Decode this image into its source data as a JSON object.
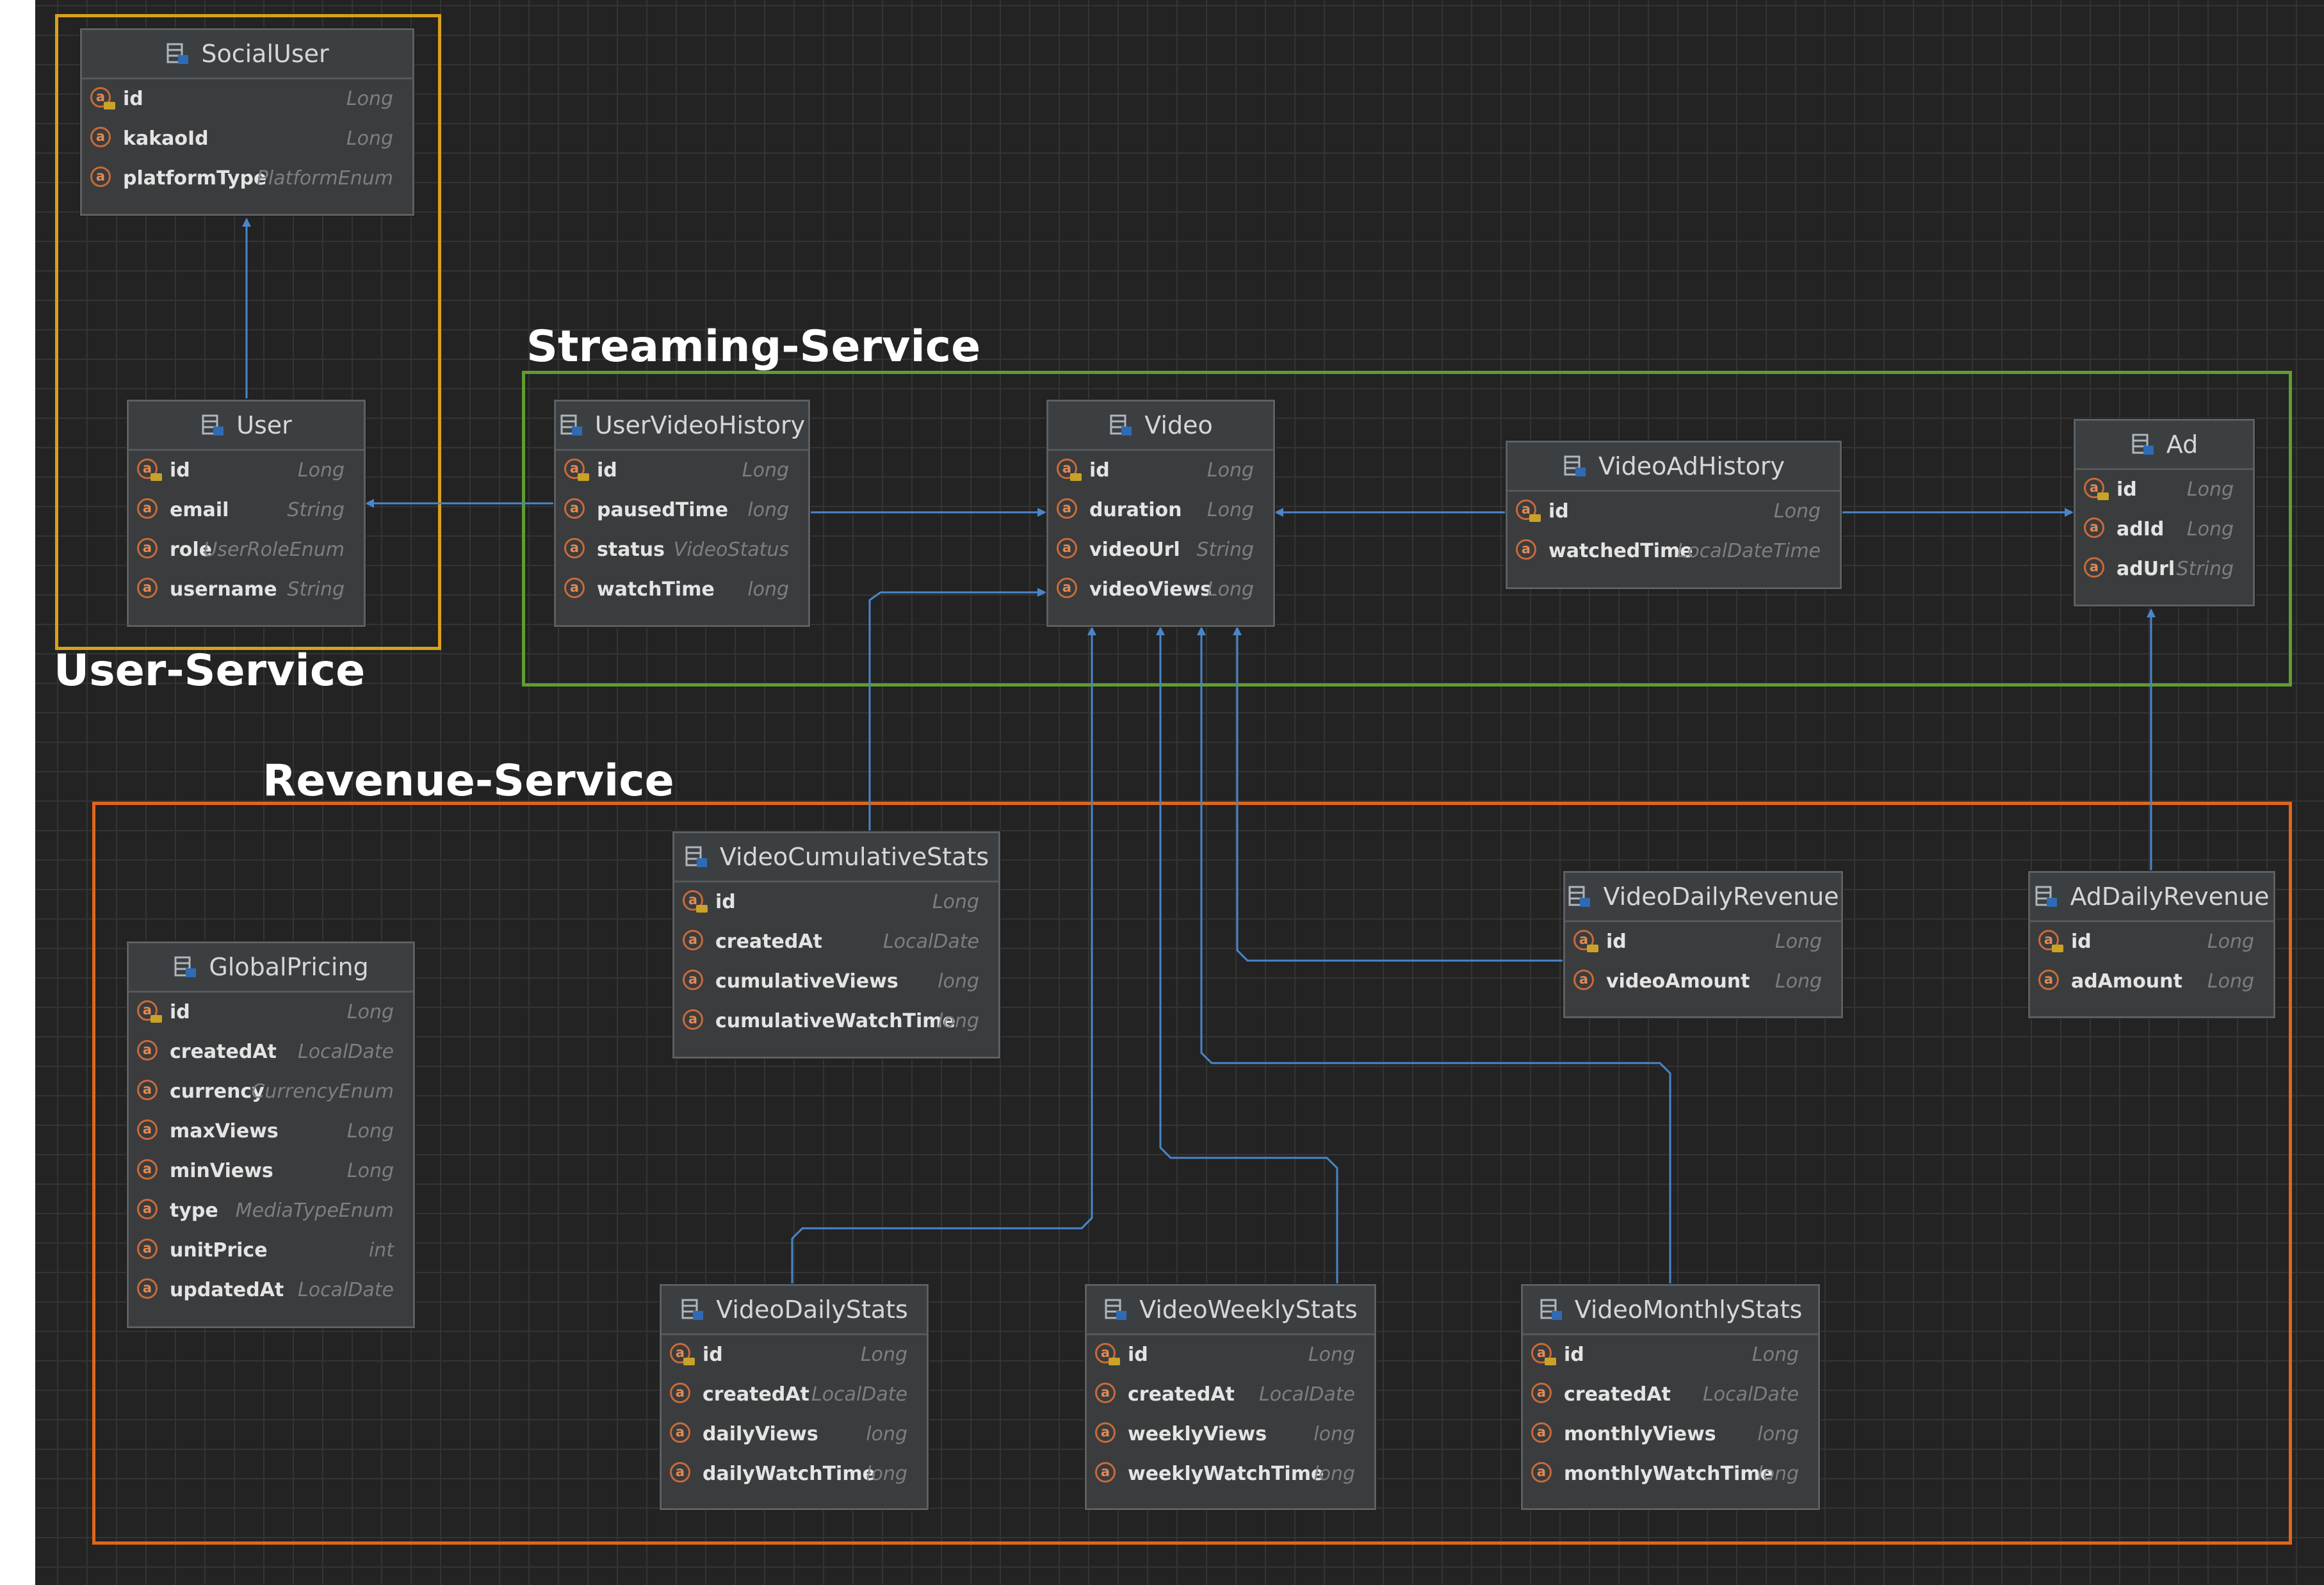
{
  "groups": [
    {
      "id": "user-service",
      "label": "User-Service",
      "color": "#d9a01b"
    },
    {
      "id": "streaming-service",
      "label": "Streaming-Service",
      "color": "#5f9e2f"
    },
    {
      "id": "revenue-service",
      "label": "Revenue-Service",
      "color": "#e0661b"
    }
  ],
  "entities": [
    {
      "id": "SocialUser",
      "title": "SocialUser",
      "attributes": [
        {
          "name": "id",
          "type": "Long",
          "key": true
        },
        {
          "name": "kakaoId",
          "type": "Long"
        },
        {
          "name": "platformType",
          "type": "PlatformEnum"
        }
      ]
    },
    {
      "id": "User",
      "title": "User",
      "attributes": [
        {
          "name": "id",
          "type": "Long",
          "key": true
        },
        {
          "name": "email",
          "type": "String"
        },
        {
          "name": "role",
          "type": "UserRoleEnum"
        },
        {
          "name": "username",
          "type": "String"
        }
      ]
    },
    {
      "id": "UserVideoHistory",
      "title": "UserVideoHistory",
      "attributes": [
        {
          "name": "id",
          "type": "Long",
          "key": true
        },
        {
          "name": "pausedTime",
          "type": "long"
        },
        {
          "name": "status",
          "type": "VideoStatus"
        },
        {
          "name": "watchTime",
          "type": "long"
        }
      ]
    },
    {
      "id": "Video",
      "title": "Video",
      "attributes": [
        {
          "name": "id",
          "type": "Long",
          "key": true
        },
        {
          "name": "duration",
          "type": "Long"
        },
        {
          "name": "videoUrl",
          "type": "String"
        },
        {
          "name": "videoViews",
          "type": "Long"
        }
      ]
    },
    {
      "id": "VideoAdHistory",
      "title": "VideoAdHistory",
      "attributes": [
        {
          "name": "id",
          "type": "Long",
          "key": true
        },
        {
          "name": "watchedTime",
          "type": "LocalDateTime"
        }
      ]
    },
    {
      "id": "Ad",
      "title": "Ad",
      "attributes": [
        {
          "name": "id",
          "type": "Long",
          "key": true
        },
        {
          "name": "adId",
          "type": "Long"
        },
        {
          "name": "adUrl",
          "type": "String"
        }
      ]
    },
    {
      "id": "VideoCumulativeStats",
      "title": "VideoCumulativeStats",
      "attributes": [
        {
          "name": "id",
          "type": "Long",
          "key": true
        },
        {
          "name": "createdAt",
          "type": "LocalDate"
        },
        {
          "name": "cumulativeViews",
          "type": "long"
        },
        {
          "name": "cumulativeWatchTime",
          "type": "long"
        }
      ]
    },
    {
      "id": "GlobalPricing",
      "title": "GlobalPricing",
      "attributes": [
        {
          "name": "id",
          "type": "Long",
          "key": true
        },
        {
          "name": "createdAt",
          "type": "LocalDate"
        },
        {
          "name": "currency",
          "type": "CurrencyEnum"
        },
        {
          "name": "maxViews",
          "type": "Long"
        },
        {
          "name": "minViews",
          "type": "Long"
        },
        {
          "name": "type",
          "type": "MediaTypeEnum"
        },
        {
          "name": "unitPrice",
          "type": "int"
        },
        {
          "name": "updatedAt",
          "type": "LocalDate"
        }
      ]
    },
    {
      "id": "VideoDailyRevenue",
      "title": "VideoDailyRevenue",
      "attributes": [
        {
          "name": "id",
          "type": "Long",
          "key": true
        },
        {
          "name": "videoAmount",
          "type": "Long"
        }
      ]
    },
    {
      "id": "AdDailyRevenue",
      "title": "AdDailyRevenue",
      "attributes": [
        {
          "name": "id",
          "type": "Long",
          "key": true
        },
        {
          "name": "adAmount",
          "type": "Long"
        }
      ]
    },
    {
      "id": "VideoDailyStats",
      "title": "VideoDailyStats",
      "attributes": [
        {
          "name": "id",
          "type": "Long",
          "key": true
        },
        {
          "name": "createdAt",
          "type": "LocalDate"
        },
        {
          "name": "dailyViews",
          "type": "long"
        },
        {
          "name": "dailyWatchTime",
          "type": "long"
        }
      ]
    },
    {
      "id": "VideoWeeklyStats",
      "title": "VideoWeeklyStats",
      "attributes": [
        {
          "name": "id",
          "type": "Long",
          "key": true
        },
        {
          "name": "createdAt",
          "type": "LocalDate"
        },
        {
          "name": "weeklyViews",
          "type": "long"
        },
        {
          "name": "weeklyWatchTime",
          "type": "long"
        }
      ]
    },
    {
      "id": "VideoMonthlyStats",
      "title": "VideoMonthlyStats",
      "attributes": [
        {
          "name": "id",
          "type": "Long",
          "key": true
        },
        {
          "name": "createdAt",
          "type": "LocalDate"
        },
        {
          "name": "monthlyViews",
          "type": "long"
        },
        {
          "name": "monthlyWatchTime",
          "type": "long"
        }
      ]
    }
  ],
  "relations": [
    {
      "from": "User",
      "to": "SocialUser"
    },
    {
      "from": "UserVideoHistory",
      "to": "User"
    },
    {
      "from": "UserVideoHistory",
      "to": "Video"
    },
    {
      "from": "VideoAdHistory",
      "to": "Video"
    },
    {
      "from": "VideoAdHistory",
      "to": "Ad"
    },
    {
      "from": "VideoCumulativeStats",
      "to": "Video"
    },
    {
      "from": "VideoDailyRevenue",
      "to": "Video"
    },
    {
      "from": "AdDailyRevenue",
      "to": "Ad"
    },
    {
      "from": "VideoDailyStats",
      "to": "Video"
    },
    {
      "from": "VideoWeeklyStats",
      "to": "Video"
    },
    {
      "from": "VideoMonthlyStats",
      "to": "Video"
    }
  ],
  "colors": {
    "background": "#232323",
    "grid": "#343434",
    "entity_fill": "#3a3c3e",
    "connector": "#4a86c8",
    "attribute_icon": "#c86a3a"
  },
  "icons": {
    "entity": "database-table-icon",
    "attribute": "field-a-icon",
    "key": "key-icon"
  }
}
